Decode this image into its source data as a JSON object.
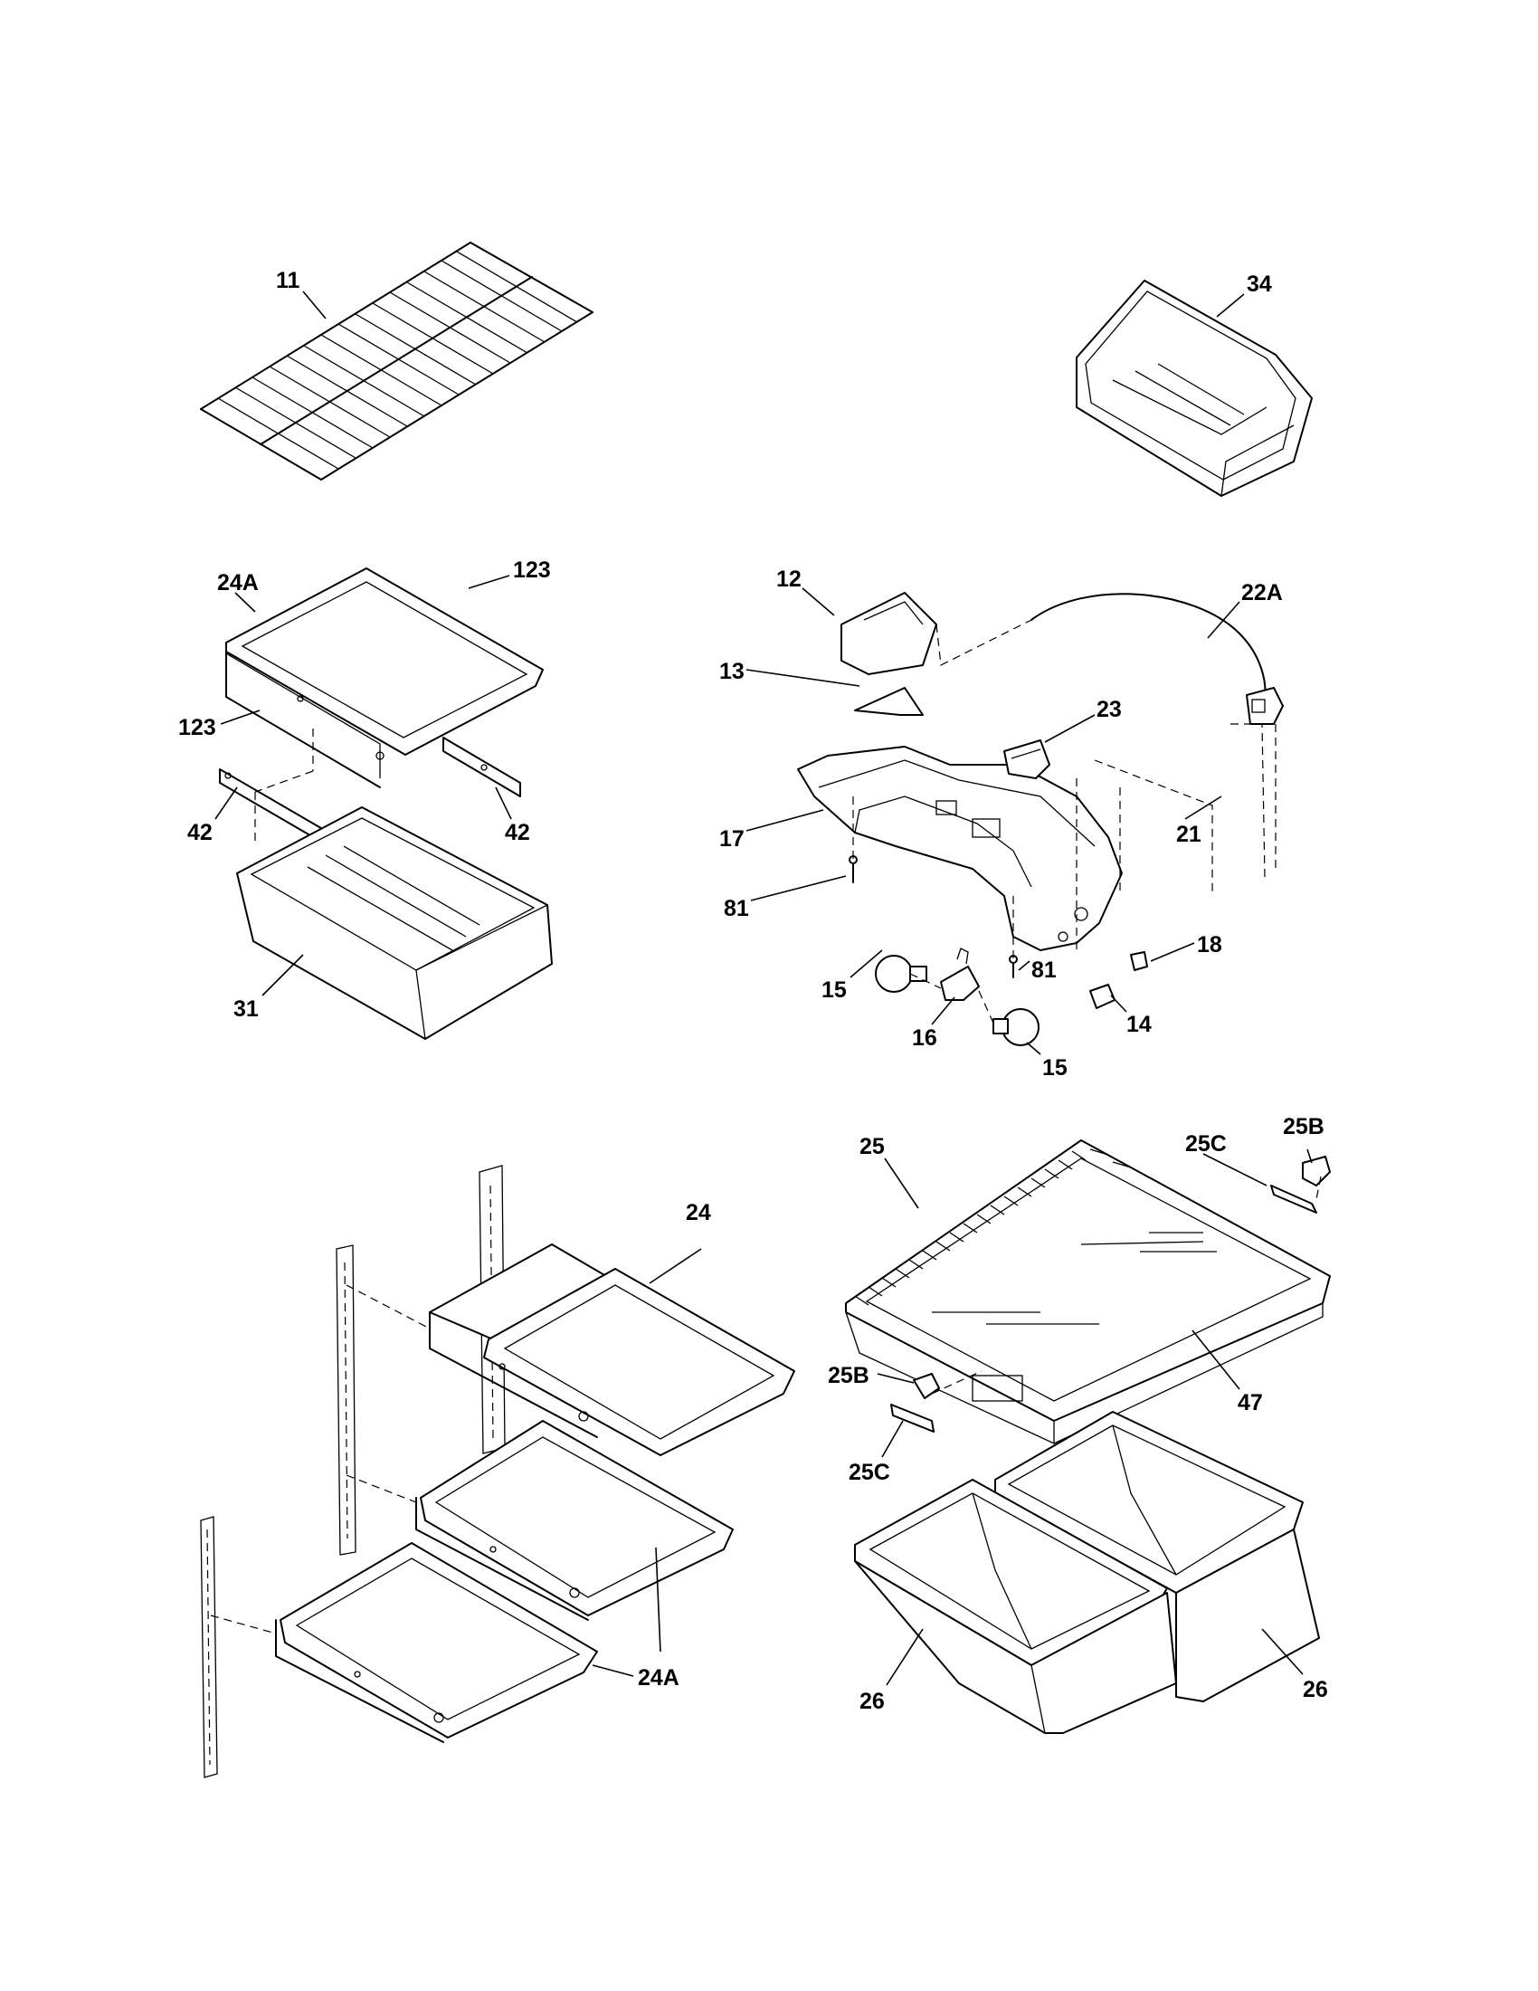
{
  "labels": {
    "p11": "11",
    "p34": "34",
    "p24A_top": "24A",
    "p123_a": "123",
    "p123_b": "123",
    "p42_right": "42",
    "p42_left": "42",
    "p31": "31",
    "p12": "12",
    "p13": "13",
    "p22A": "22A",
    "p23": "23",
    "p21": "21",
    "p17": "17",
    "p81_left": "81",
    "p81_right": "81",
    "p18": "18",
    "p15_left": "15",
    "p16": "16",
    "p14": "14",
    "p15_bottom": "15",
    "p25": "25",
    "p25C_top": "25C",
    "p25B_top": "25B",
    "p24": "24",
    "p47": "47",
    "p25B_left": "25B",
    "p25C_left": "25C",
    "p24A_bottom": "24A",
    "p26_left": "26",
    "p26_right": "26"
  }
}
